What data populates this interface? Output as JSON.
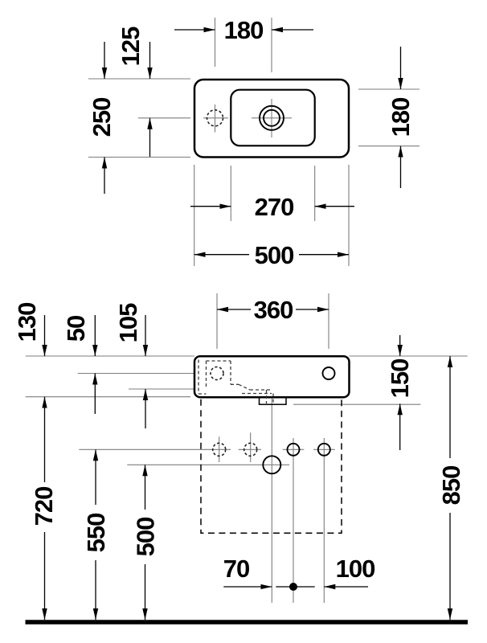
{
  "drawing": {
    "type": "washbasin technical drawing, two orthographic views with dimensions (mm)",
    "top_view": {
      "labels": {
        "tap_spacing": "180",
        "rim_to_tap": "125",
        "depth": "250",
        "bowl_depth": "180",
        "bowl_width": "270",
        "width": "500"
      }
    },
    "front_view": {
      "labels": {
        "fixing_spacing": "360",
        "body_height": "130",
        "rim_to_fixing": "50",
        "rim_to_bowl": "105",
        "rim_to_outlet": "150",
        "bowl_to_floor": "720",
        "fixing_height": "550",
        "outlet_height": "500",
        "center_offset": "70",
        "hole_spacing": "100",
        "rim_height": "850"
      }
    },
    "colors": {
      "ink": "#000000",
      "thin_line": "#7d7d7d",
      "background": "#ffffff"
    }
  }
}
